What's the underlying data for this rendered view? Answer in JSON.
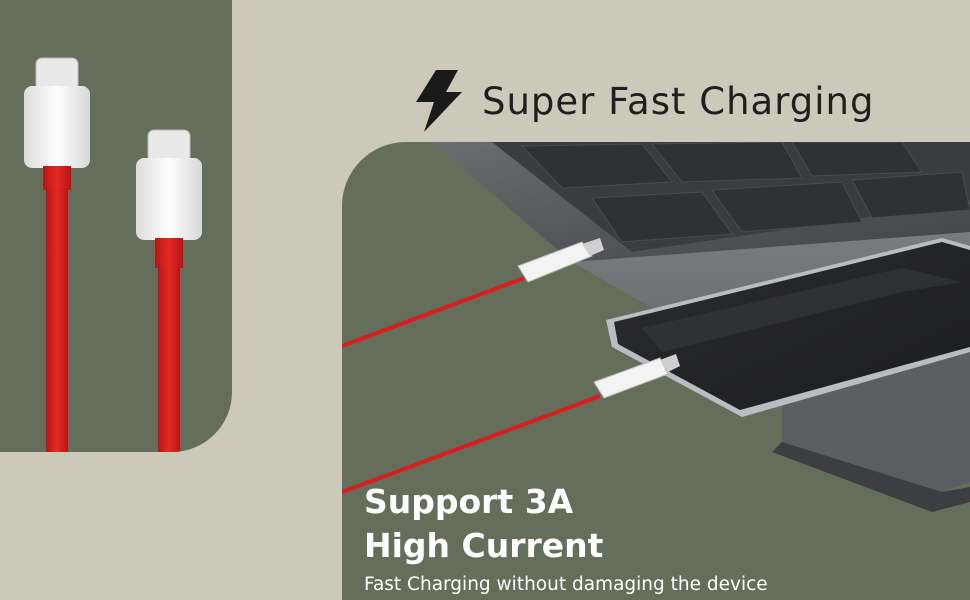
{
  "headline": {
    "icon": "lightning-bolt-icon",
    "text": "Super Fast Charging"
  },
  "caption": {
    "line1": "Support 3A",
    "line2": "High Current",
    "subtitle": "Fast Charging without damaging the device"
  },
  "colors": {
    "background": "#cdc9ba",
    "panel": "#656e5a",
    "cable": "#d81e1e",
    "connector": "#f4f4f4"
  }
}
